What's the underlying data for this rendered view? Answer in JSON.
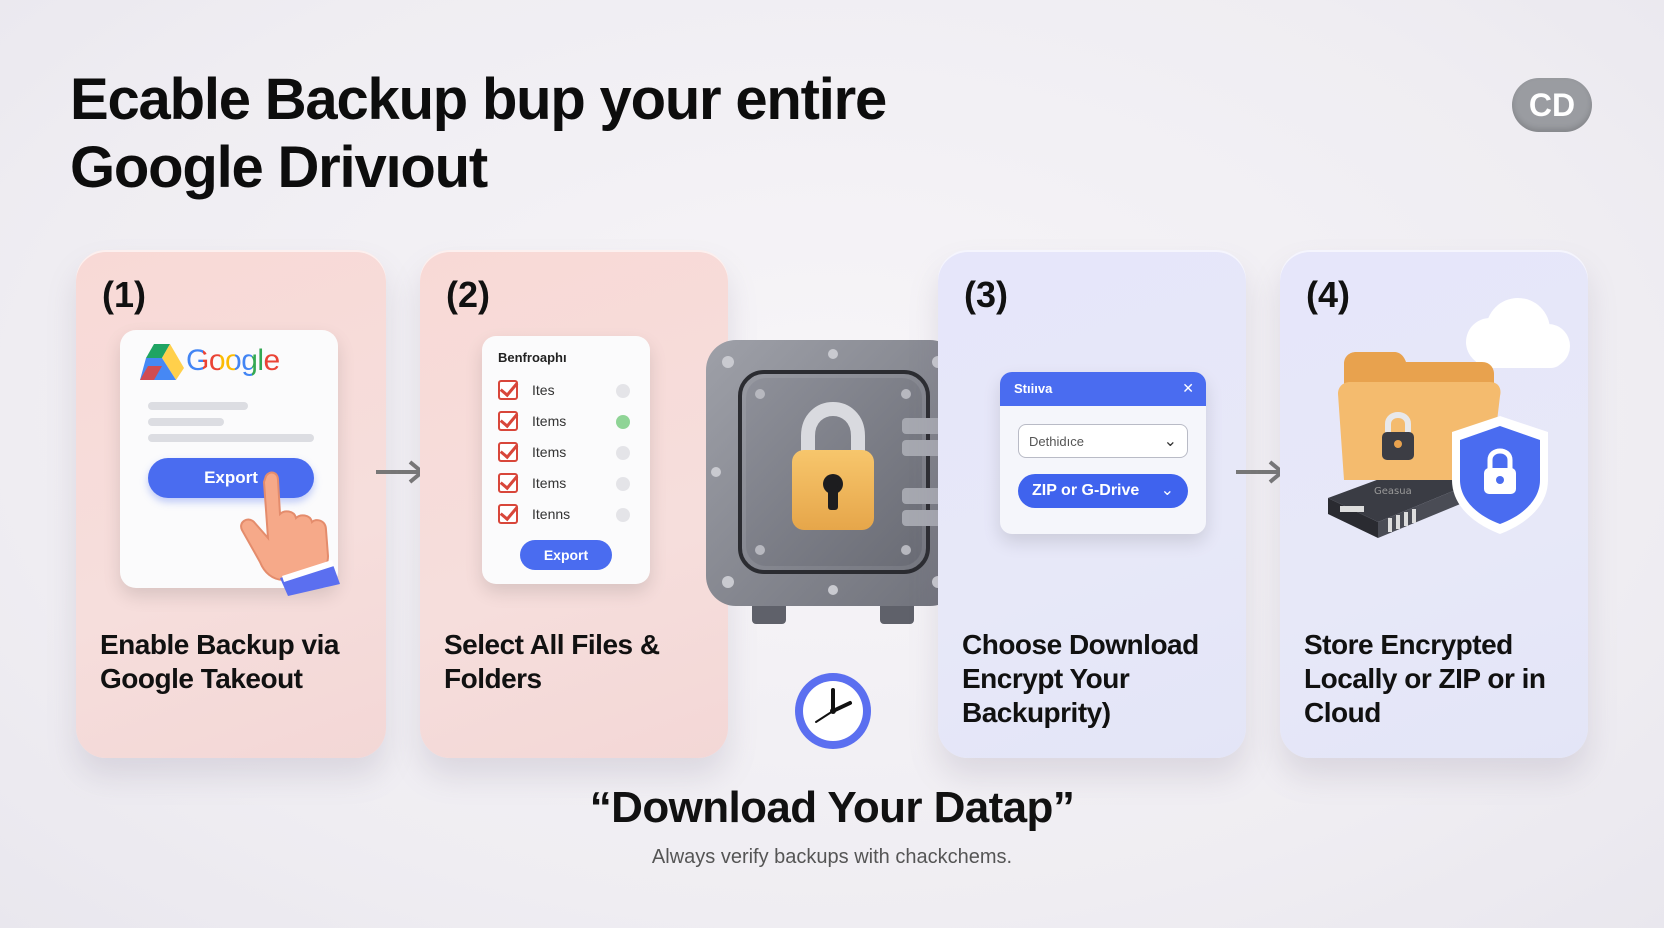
{
  "header": {
    "title_line1": "Ecable Backup bup your entire",
    "title_line2": "Google Drivıout",
    "badge": "CD"
  },
  "steps": [
    {
      "number": "(1)",
      "description": "Enable Backup via Google Takeout",
      "mock": {
        "brand": "Google",
        "button": "Export"
      }
    },
    {
      "number": "(2)",
      "description": "Select All Files & Folders",
      "mock": {
        "heading": "Benfroaphı",
        "items": [
          "Ites",
          "Items",
          "Items",
          "Items",
          "Itenns"
        ],
        "button": "Export"
      }
    },
    {
      "number": "(3)",
      "description": "Choose Download Encrypt Your Backuprity)",
      "mock": {
        "window_title": "Stıiıva",
        "select_value": "Dethidıce",
        "button": "ZIP or G-Drive"
      }
    },
    {
      "number": "(4)",
      "description": "Store Encrypted Locally or ZIP or in Cloud",
      "mock": {
        "drive_label": "Geasua"
      }
    }
  ],
  "footer": {
    "tagline": "“Download Your Datap”",
    "subtitle": "Always verify backups with chackchems."
  },
  "colors": {
    "accent_blue": "#4a6cf0",
    "step_pink": "#f8d9d6",
    "step_lavender": "#e6e6fa",
    "check_red": "#d8463a"
  },
  "icons": [
    "google-drive-icon",
    "pointing-hand-icon",
    "checkbox-icon",
    "arrow-right-icon",
    "vault-lock-icon",
    "clock-icon",
    "close-icon",
    "chevron-down-icon",
    "cloud-icon",
    "folder-lock-icon",
    "hard-drive-icon",
    "shield-lock-icon"
  ]
}
